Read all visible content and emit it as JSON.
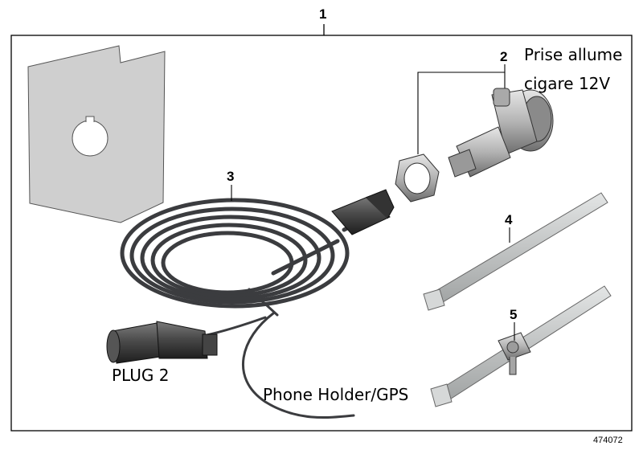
{
  "callouts": {
    "assembly": "1",
    "socket": "2",
    "cable": "3",
    "tie_long": "4",
    "tie_clip": "5"
  },
  "labels": {
    "socket_line1": "Prise allume",
    "socket_line2": "cigare 12V",
    "plug": "PLUG 2",
    "phone": "Phone Holder/GPS"
  },
  "reference_number": "474072",
  "colors": {
    "frame": "#000000",
    "panel": "#cfcfcf",
    "cable": "#3b3c3f",
    "metal": "#b7b7b7",
    "tie": "#c2c4c4"
  }
}
